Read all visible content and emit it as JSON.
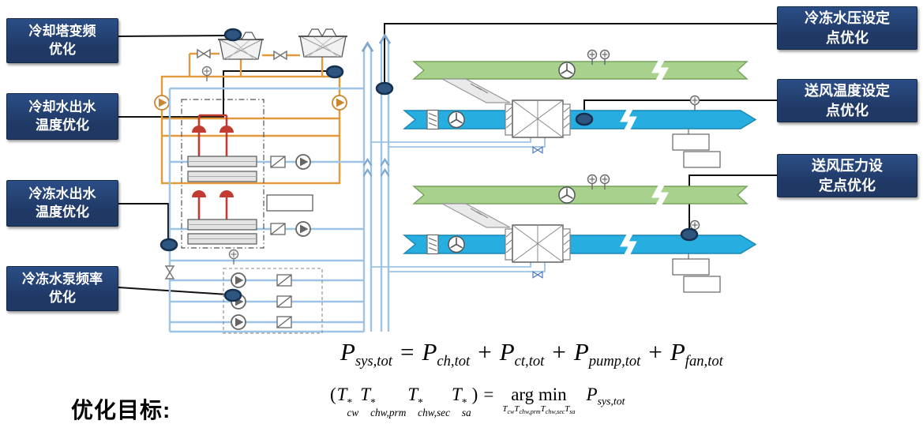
{
  "callouts": {
    "left": [
      {
        "id": "cooling-tower-vfd",
        "label": "冷却塔变频\n优化"
      },
      {
        "id": "cooling-water-outlet-temp",
        "label": "冷却水出水\n温度优化"
      },
      {
        "id": "chilled-water-outlet-temp",
        "label": "冷冻水出水\n温度优化"
      },
      {
        "id": "chilled-water-pump-freq",
        "label": "冷冻水泵频率\n优化"
      }
    ],
    "right": [
      {
        "id": "chilled-water-pressure-setpoint",
        "label": "冷冻水压设定\n点优化"
      },
      {
        "id": "supply-air-temp-setpoint",
        "label": "送风温度设定\n点优化"
      },
      {
        "id": "supply-air-pressure-setpoint",
        "label": "送风压力设\n定点优化"
      }
    ]
  },
  "footer": {
    "objective_label": "优化目标:"
  },
  "formula1": {
    "lhs": {
      "base": "P",
      "sub": "sys,tot"
    },
    "eq": "=",
    "plus": "+",
    "terms": [
      {
        "base": "P",
        "sub": "ch,tot"
      },
      {
        "base": "P",
        "sub": "ct,tot"
      },
      {
        "base": "P",
        "sub": "pump,tot"
      },
      {
        "base": "P",
        "sub": "fan,tot"
      }
    ]
  },
  "formula2": {
    "open": "(",
    "terms": [
      {
        "base": "T",
        "sup": "*",
        "sub": "cw"
      },
      {
        "base": "T",
        "sup": "*",
        "sub": "chw,prm"
      },
      {
        "base": "T",
        "sup": "*",
        "sub": "chw,sec"
      },
      {
        "base": "T",
        "sup": "*",
        "sub": "sa"
      }
    ],
    "close": ")",
    "eq": "=",
    "argmin": "arg min",
    "under": [
      {
        "base": "T",
        "sub": "cw"
      },
      {
        "base": "T",
        "sub": "chw,prm"
      },
      {
        "base": "T",
        "sub": "chw,sec"
      },
      {
        "base": "T",
        "sub": "sa"
      }
    ],
    "rhs": {
      "base": "P",
      "sub": "sys,tot"
    }
  },
  "colors": {
    "callout_bg": "#1F3864",
    "callout_text": "#FFFFFF",
    "connector_line": "#111111",
    "marker_fill": "#2E5480",
    "marker_stroke": "#16304F",
    "condenser_water_pipe": "#E19A3C",
    "refrigerant_pipe": "#C23B33",
    "chilled_water_pipe": "#9DC3E6",
    "supply_air_duct": "#27AEE0",
    "return_air_duct": "#A9D18E"
  }
}
